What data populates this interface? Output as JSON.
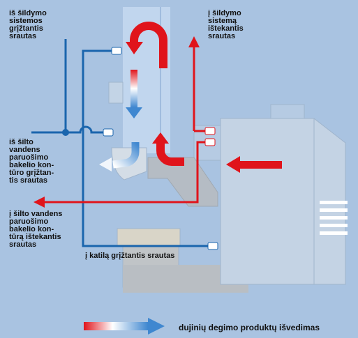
{
  "labels": {
    "heating_return": "iš šildymo\nsistemos\ngrįžtantis\nsrautas",
    "heating_supply": "į šildymo\nsistemą\ništekantis\nsrautas",
    "dhw_return": "iš šilto\nvandens\nparuošimo\nbakelio kon-\ntūro grįžtan-\ntis srautas",
    "dhw_supply": "į šilto vandens\nparuošimo\nbakelio kon-\ntūrą ištekantis\nsrautas",
    "boiler_return": "į katilą grįžtantis srautas"
  },
  "legend": {
    "flue_gas": "dujinių degimo produktų išvedimas"
  },
  "colors": {
    "background": "#a9c3e1",
    "hot_flow": "#e0141b",
    "return_pipe": "#1a65ad",
    "machinery": "#b2c5da"
  }
}
